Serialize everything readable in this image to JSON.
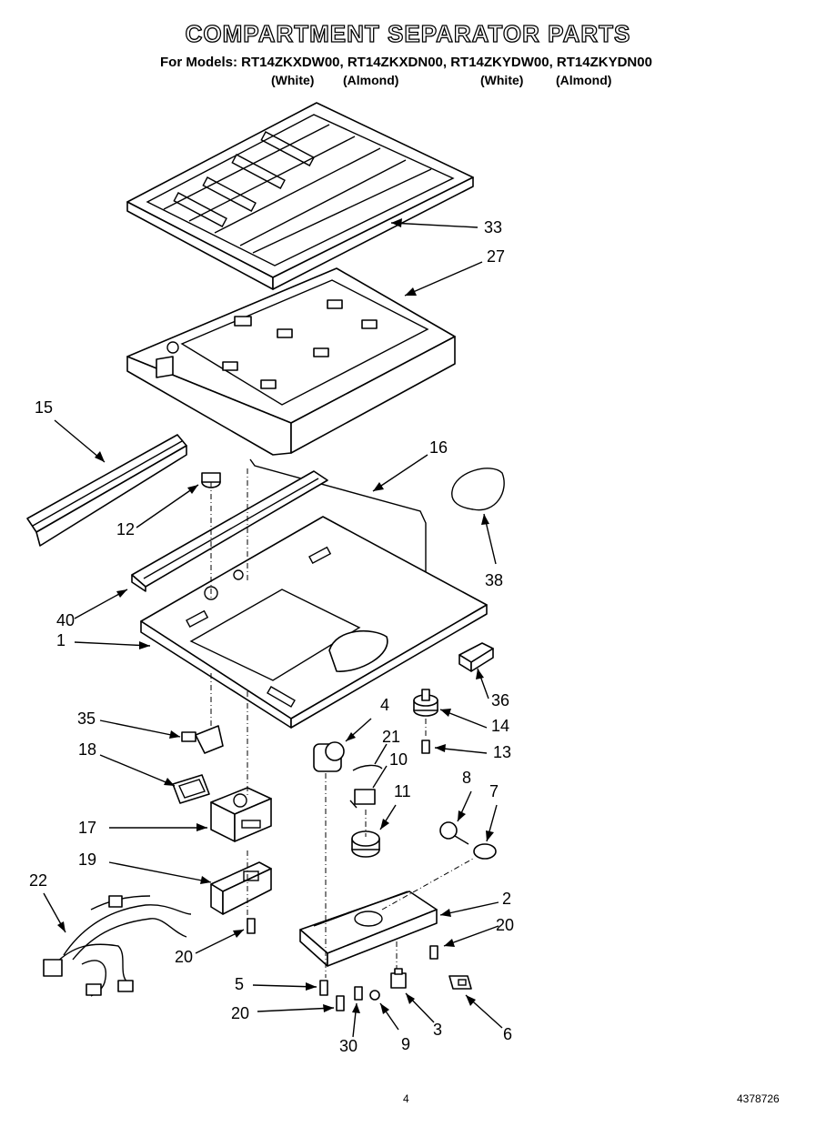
{
  "title": "COMPARTMENT SEPARATOR PARTS",
  "models_line": "For Models: RT14ZKXDW00, RT14ZKXDN00, RT14ZKYDW00, RT14ZKYDN00",
  "colors": [
    "(White)",
    "(Almond)",
    "(White)",
    "(Almond)"
  ],
  "callouts": [
    "33",
    "27",
    "15",
    "16",
    "12",
    "38",
    "40",
    "1",
    "36",
    "4",
    "14",
    "35",
    "21",
    "13",
    "10",
    "18",
    "8",
    "7",
    "11",
    "17",
    "19",
    "22",
    "2",
    "20",
    "20",
    "5",
    "20",
    "30",
    "9",
    "3",
    "6"
  ],
  "footer": {
    "page": "4",
    "part_number": "4378726"
  }
}
